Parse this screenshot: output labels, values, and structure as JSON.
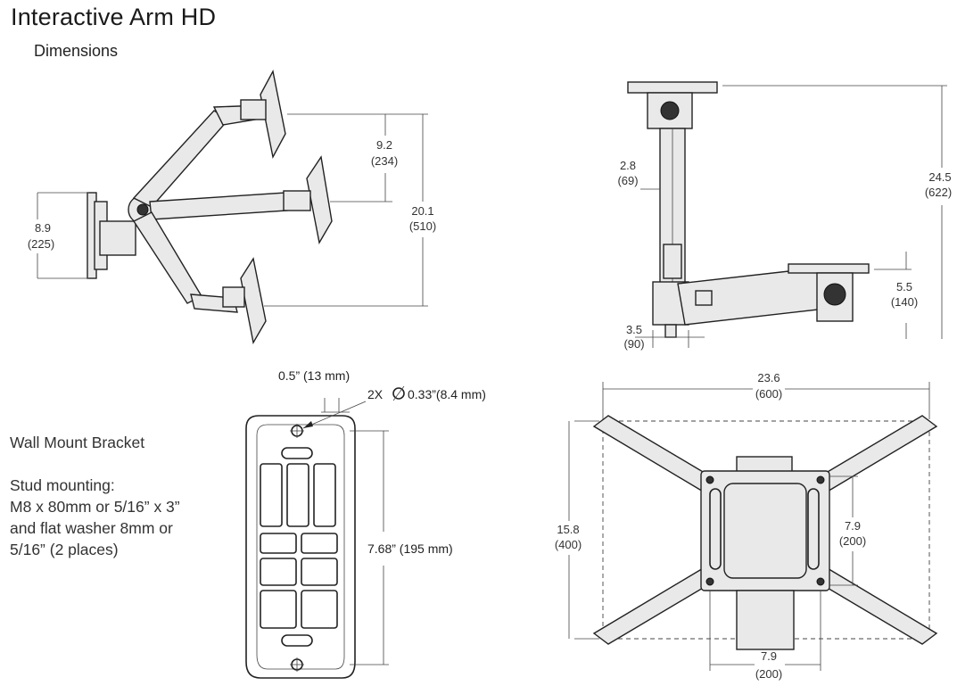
{
  "header": {
    "title": "Interactive Arm HD",
    "subtitle": "Dimensions"
  },
  "bracket": {
    "heading": "Wall Mount Bracket",
    "description_lines": [
      "Stud mounting:",
      "M8 x 80mm or 5/16” x 3”",
      "and flat washer 8mm or",
      "5/16” (2 places)"
    ],
    "dim_edge": "0.5” (13 mm)",
    "dim_hole_qty": "2X",
    "dim_hole_dia": "0.33”(8.4 mm)",
    "dim_height": "7.68” (195 mm)"
  },
  "side_view": {
    "dim_upper": [
      "9.2",
      "(234)"
    ],
    "dim_total": [
      "20.1",
      "(510)"
    ],
    "dim_plate": [
      "8.9",
      "(225)"
    ]
  },
  "front_view": {
    "dim_offset": [
      "2.8",
      "(69)"
    ],
    "dim_height": [
      "24.5",
      "(622)"
    ],
    "dim_drop": [
      "5.5",
      "(140)"
    ],
    "dim_base": [
      "3.5",
      "(90)"
    ]
  },
  "vesa_view": {
    "dim_width": [
      "23.6",
      "(600)"
    ],
    "dim_height": [
      "15.8",
      "(400)"
    ],
    "dim_inner_v": [
      "7.9",
      "(200)"
    ],
    "dim_inner_h": [
      "7.9",
      "(200)"
    ]
  }
}
